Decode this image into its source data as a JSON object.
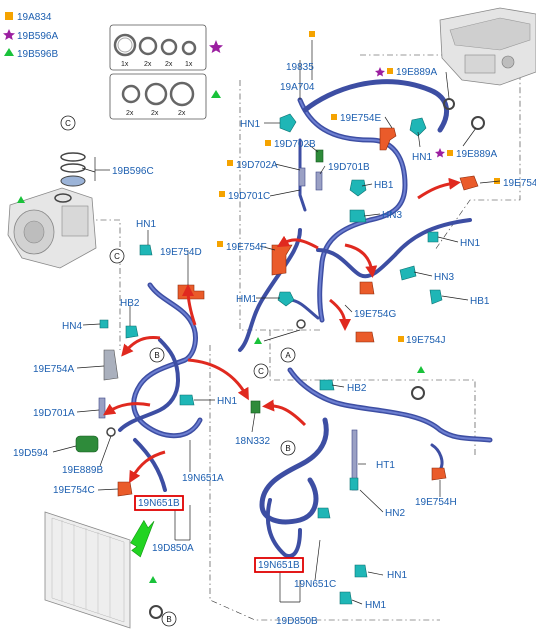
{
  "legend": [
    {
      "symbol": "square",
      "color": "#f5a300",
      "code": "19A834"
    },
    {
      "symbol": "star",
      "color": "#9b1fa0",
      "code": "19B596A"
    },
    {
      "symbol": "triangle",
      "color": "#19c23a",
      "code": "19B596B"
    }
  ],
  "kits": {
    "kit1": {
      "quantities": [
        "1x",
        "2x",
        "2x",
        "1x"
      ]
    },
    "kit2": {
      "quantities": [
        "2x",
        "2x",
        "2x"
      ]
    }
  },
  "labels": {
    "l19835": "19835",
    "l19A704": "19A704",
    "l19E889A_top": "19E889A",
    "l19E889A_mid": "19E889A",
    "HN1_a": "HN1",
    "l19E754E": "19E754E",
    "l19D702B": "19D702B",
    "HN1_b": "HN1",
    "l19D702A": "19D702A",
    "l19D701B": "19D701B",
    "l19E754_right": "19E754",
    "HB1_a": "HB1",
    "l19D701C": "19D701C",
    "HN3_a": "HN3",
    "l19B596C": "19B596C",
    "HN1_c": "HN1",
    "HN1_d": "HN1",
    "l19E754F": "19E754F",
    "l19E754D": "19E754D",
    "HN3_b": "HN3",
    "HM1_a": "HM1",
    "HB1_b": "HB1",
    "HB2_a": "HB2",
    "l19E754G": "19E754G",
    "HN4": "HN4",
    "l19E754J": "19E754J",
    "l19E754A": "19E754A",
    "HB2_b": "HB2",
    "HN1_e": "HN1",
    "l19D701A": "19D701A",
    "l18N332": "18N332",
    "l19D594": "19D594",
    "HT1": "HT1",
    "l19E889B": "19E889B",
    "l19N651A": "19N651A",
    "l19E754C": "19E754C",
    "l19N651B_a": "19N651B",
    "l19E754H": "19E754H",
    "HN2": "HN2",
    "l19D850A": "19D850A",
    "l19N651B_b": "19N651B",
    "HN1_f": "HN1",
    "l19N651C": "19N651C",
    "HM1_b": "HM1",
    "l19D850B": "19D850B"
  },
  "callouts": {
    "c1": "C",
    "c2": "C",
    "c3": "B",
    "c4": "A",
    "c5": "C",
    "c6": "B",
    "c7": "B"
  },
  "colors": {
    "legend_square": "#f5a300",
    "legend_star": "#9b1fa0",
    "legend_triangle": "#19c23a",
    "label_text": "#1d5fb0",
    "hose": "#3d4ea3",
    "clip": "#1fb6b6",
    "bracket": "#ea5b2a",
    "highlight_box": "#e00000",
    "arrow": "#e0291f",
    "pointer_arrow": "#22d422"
  }
}
